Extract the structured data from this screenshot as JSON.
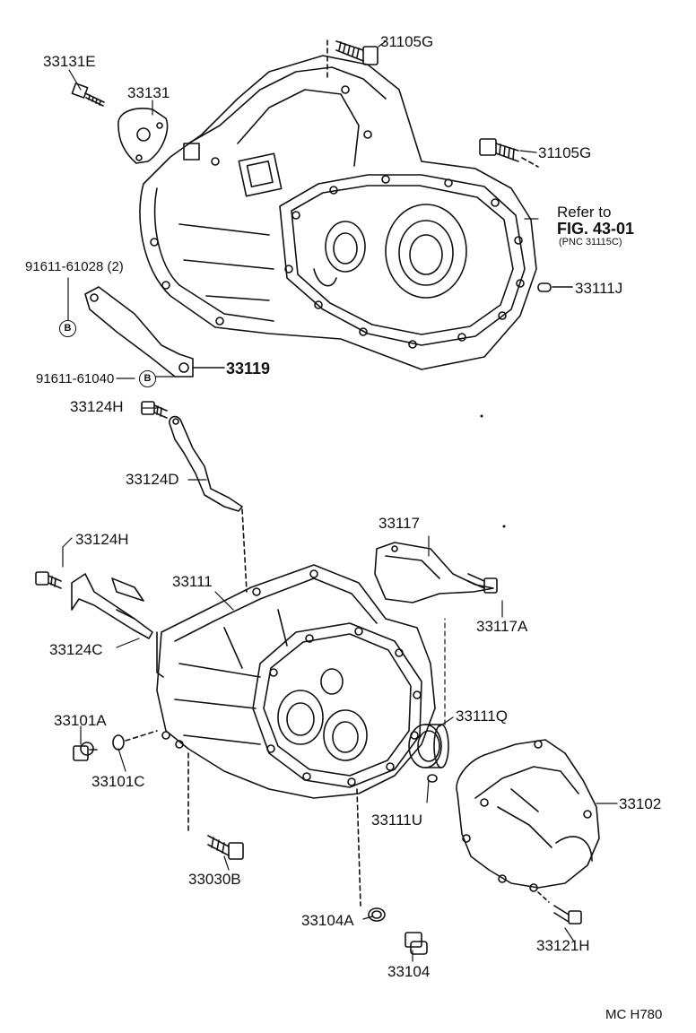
{
  "labels": {
    "p33131E": "33131E",
    "p33131": "33131",
    "p31105G_top": "31105G",
    "p31105G_right": "31105G",
    "refer_to": "Refer to",
    "fig_ref": "FIG. 43-01",
    "pnc_ref": "(PNC 31115C)",
    "p91611_61028": "91611-61028 (2)",
    "p33111J": "33111J",
    "p91611_61040": "91611-61040",
    "p33119": "33119",
    "p33124H_top": "33124H",
    "p33124D": "33124D",
    "p33117": "33117",
    "p33124H_mid": "33124H",
    "p33111": "33111",
    "p33117A": "33117A",
    "p33124C": "33124C",
    "p33101A": "33101A",
    "p33111Q": "33111Q",
    "p33101C": "33101C",
    "p33102": "33102",
    "p33111U": "33111U",
    "p33030B": "33030B",
    "p33104A": "33104A",
    "p33121H": "33121H",
    "p33104": "33104",
    "diagram_code": "MC  H780"
  },
  "badges": {
    "bolt_a": "B",
    "bolt_b": "B"
  }
}
